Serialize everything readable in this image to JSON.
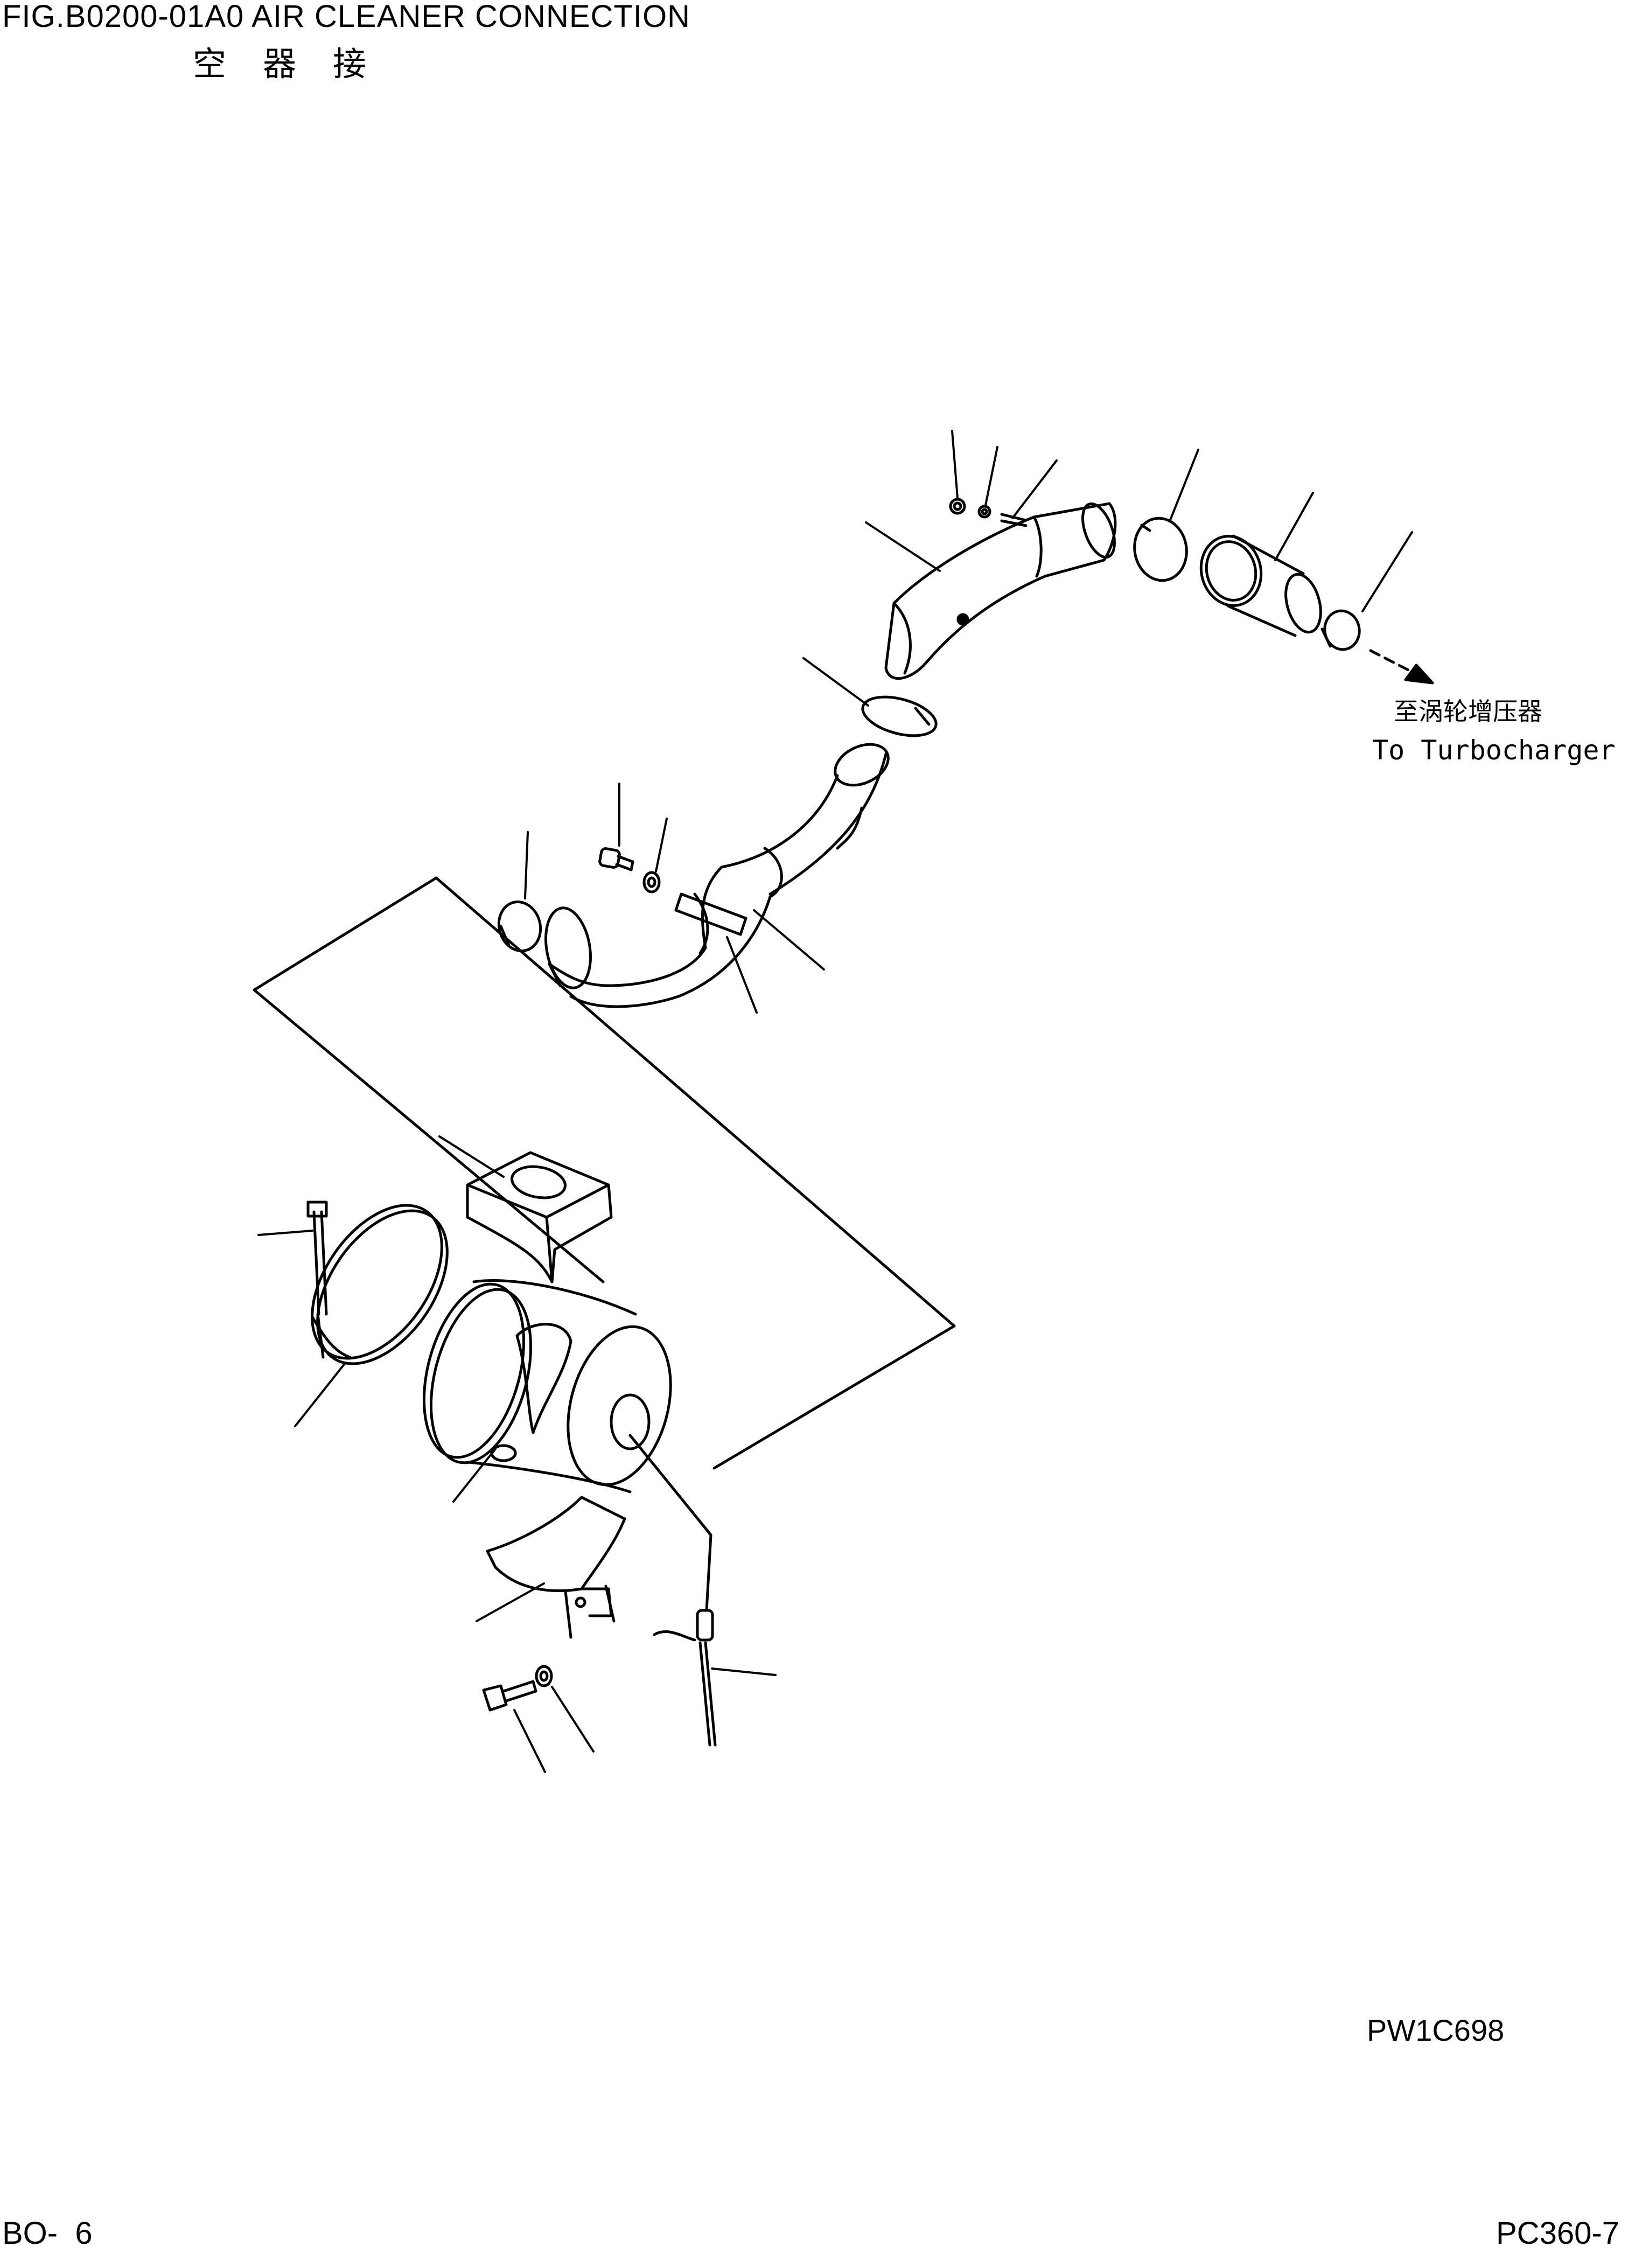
{
  "header": {
    "figure_title": "FIG.B0200-01A0   AIR CLEANER CONNECTION",
    "figure_title_cn": "空器接"
  },
  "destination": {
    "label_cn": "至涡轮增压器",
    "label_en": "To Turbocharger"
  },
  "footer": {
    "drawing_number": "PW1C698",
    "page_number": "BO-  6",
    "model": "PC360-7"
  }
}
